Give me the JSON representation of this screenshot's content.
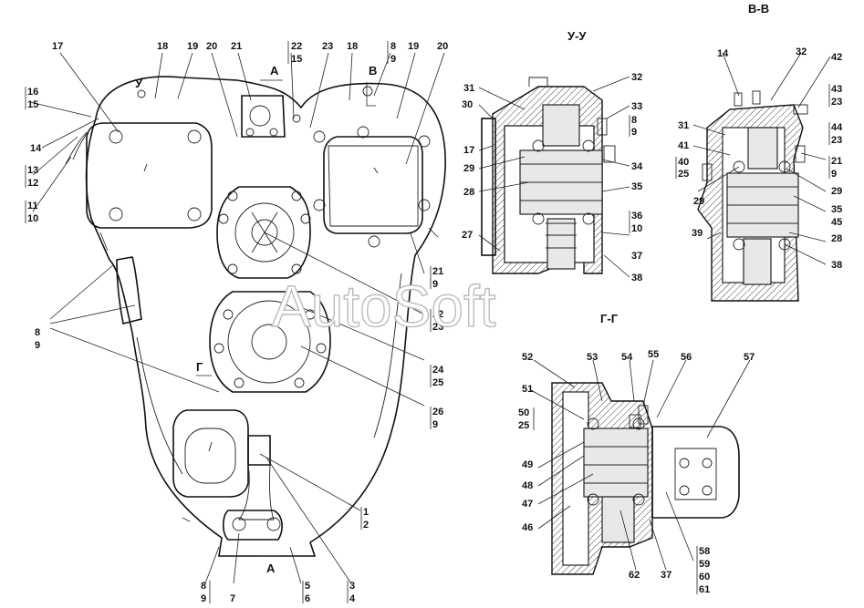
{
  "watermark": "AutoSoft",
  "section_titles": [
    "В-В",
    "У-У",
    "Г-Г"
  ],
  "direction_labels": [
    "А",
    "В",
    "У",
    "Г",
    "А"
  ],
  "main_callouts": [
    "17",
    "18",
    "19",
    "20",
    "21",
    "22",
    "15",
    "23",
    "18",
    "8",
    "9",
    "19",
    "20",
    "16",
    "15",
    "14",
    "13",
    "12",
    "11",
    "10",
    "8",
    "9",
    "21",
    "9",
    "22",
    "23",
    "24",
    "25",
    "26",
    "9",
    "1",
    "2",
    "3",
    "4",
    "5",
    "6",
    "7",
    "8",
    "9"
  ],
  "uu_callouts": [
    "31",
    "30",
    "17",
    "29",
    "28",
    "27",
    "32",
    "33",
    "8",
    "9",
    "34",
    "35",
    "36",
    "10",
    "37",
    "38"
  ],
  "vv_callouts": [
    "14",
    "32",
    "42",
    "43",
    "23",
    "44",
    "23",
    "31",
    "41",
    "40",
    "25",
    "21",
    "9",
    "29",
    "29",
    "35",
    "45",
    "39",
    "28",
    "38"
  ],
  "gg_callouts": [
    "52",
    "53",
    "54",
    "55",
    "56",
    "57",
    "51",
    "50",
    "25",
    "49",
    "48",
    "47",
    "46",
    "62",
    "37",
    "58",
    "59",
    "60",
    "61"
  ]
}
